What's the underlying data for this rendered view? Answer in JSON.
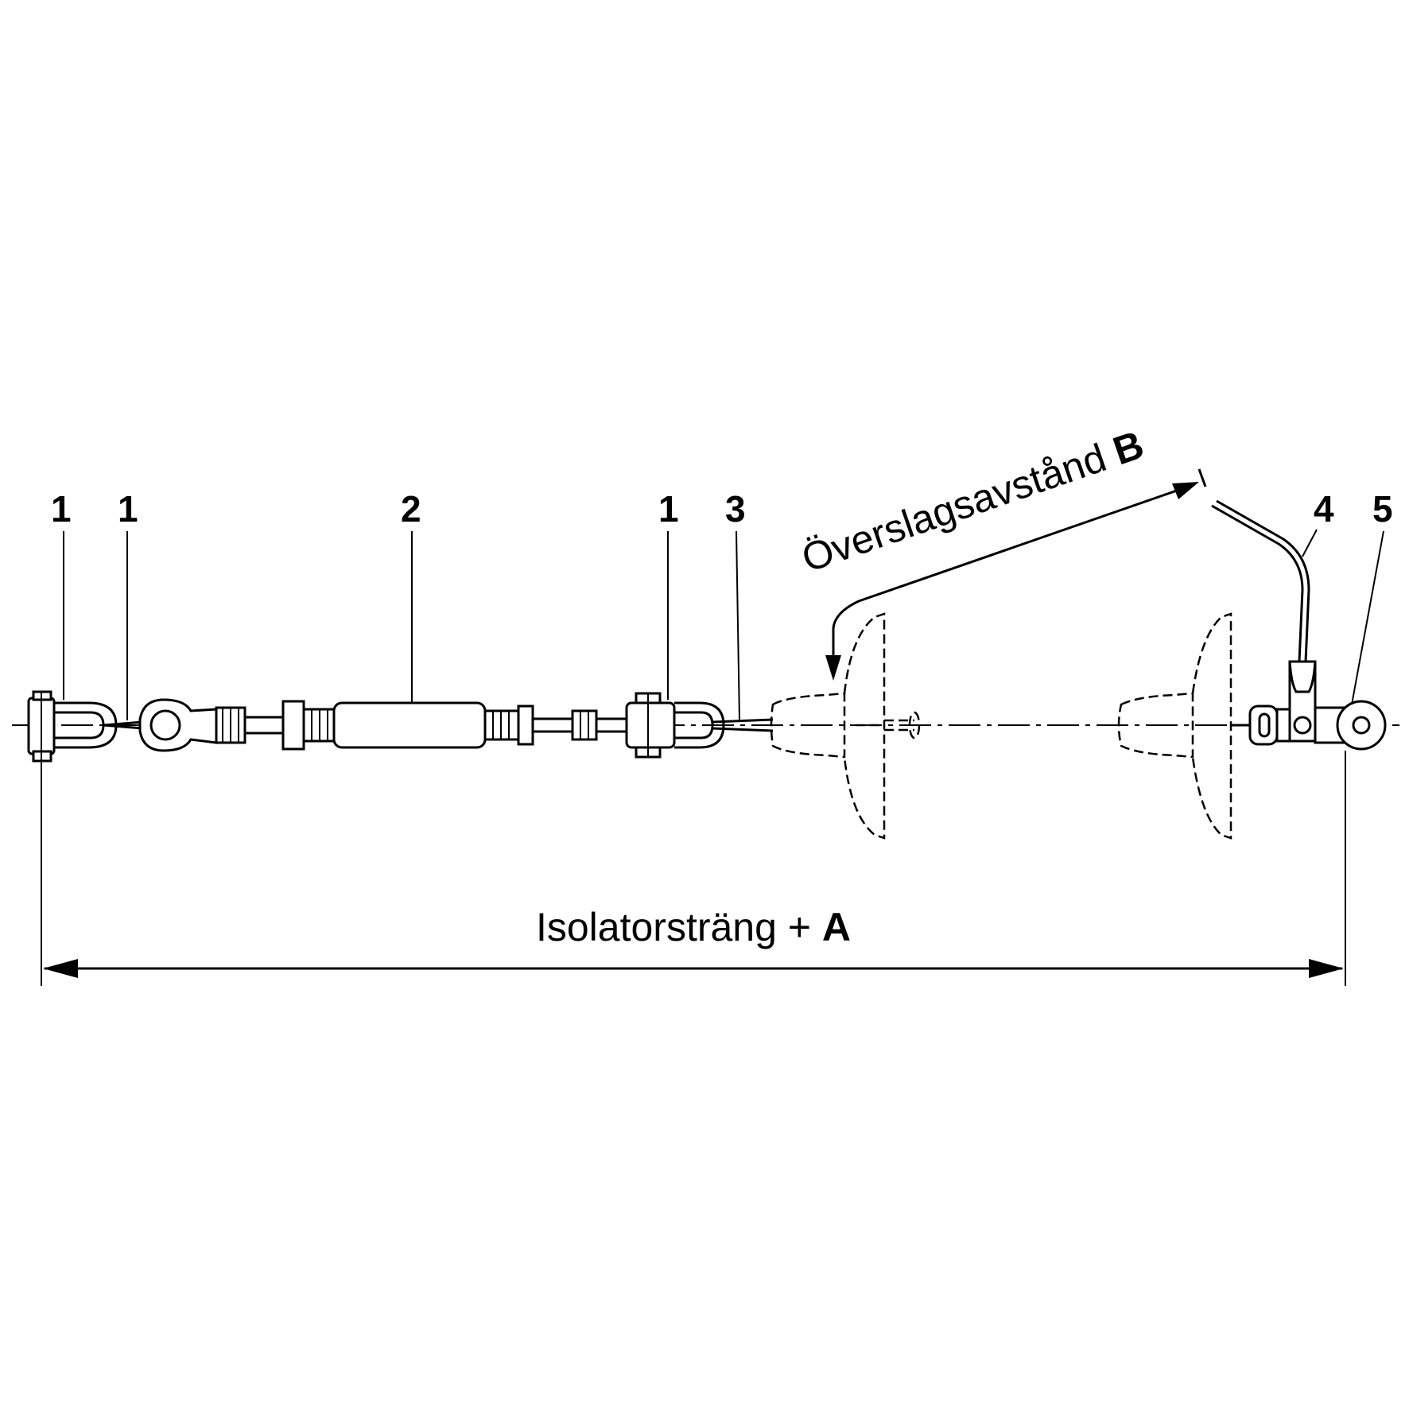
{
  "callouts": {
    "c1a": "1",
    "c1b": "1",
    "c2": "2",
    "c1c": "1",
    "c3": "3",
    "c4": "4",
    "c5": "5"
  },
  "dimensions": {
    "a_label_text": "Isolatorsträng + ",
    "a_label_bold": "A",
    "b_label_text": "Överslagsavstånd ",
    "b_label_bold": "B"
  },
  "colors": {
    "ink": "#000000",
    "background": "#ffffff"
  }
}
